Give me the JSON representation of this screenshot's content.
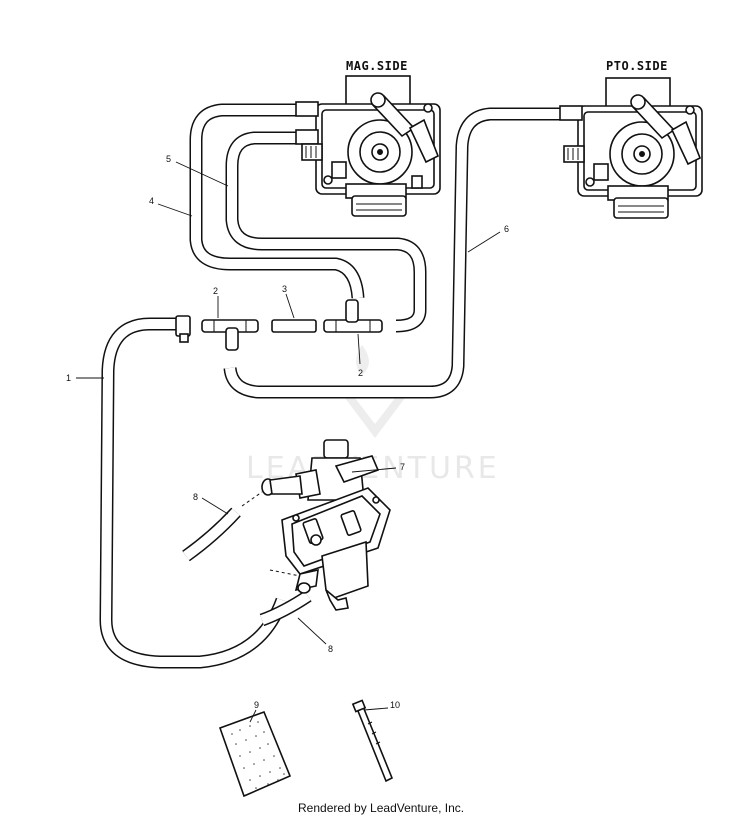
{
  "labels": {
    "mag_side": "MAG.SIDE",
    "pto_side": "PTO.SIDE"
  },
  "callouts": {
    "c1": "1",
    "c2a": "2",
    "c2b": "2",
    "c3": "3",
    "c4": "4",
    "c5": "5",
    "c6": "6",
    "c7": "7",
    "c8a": "8",
    "c8b": "8",
    "c9": "9",
    "c10": "10"
  },
  "watermark": "LEADVENTURE",
  "credit": "Rendered by LeadVenture, Inc."
}
